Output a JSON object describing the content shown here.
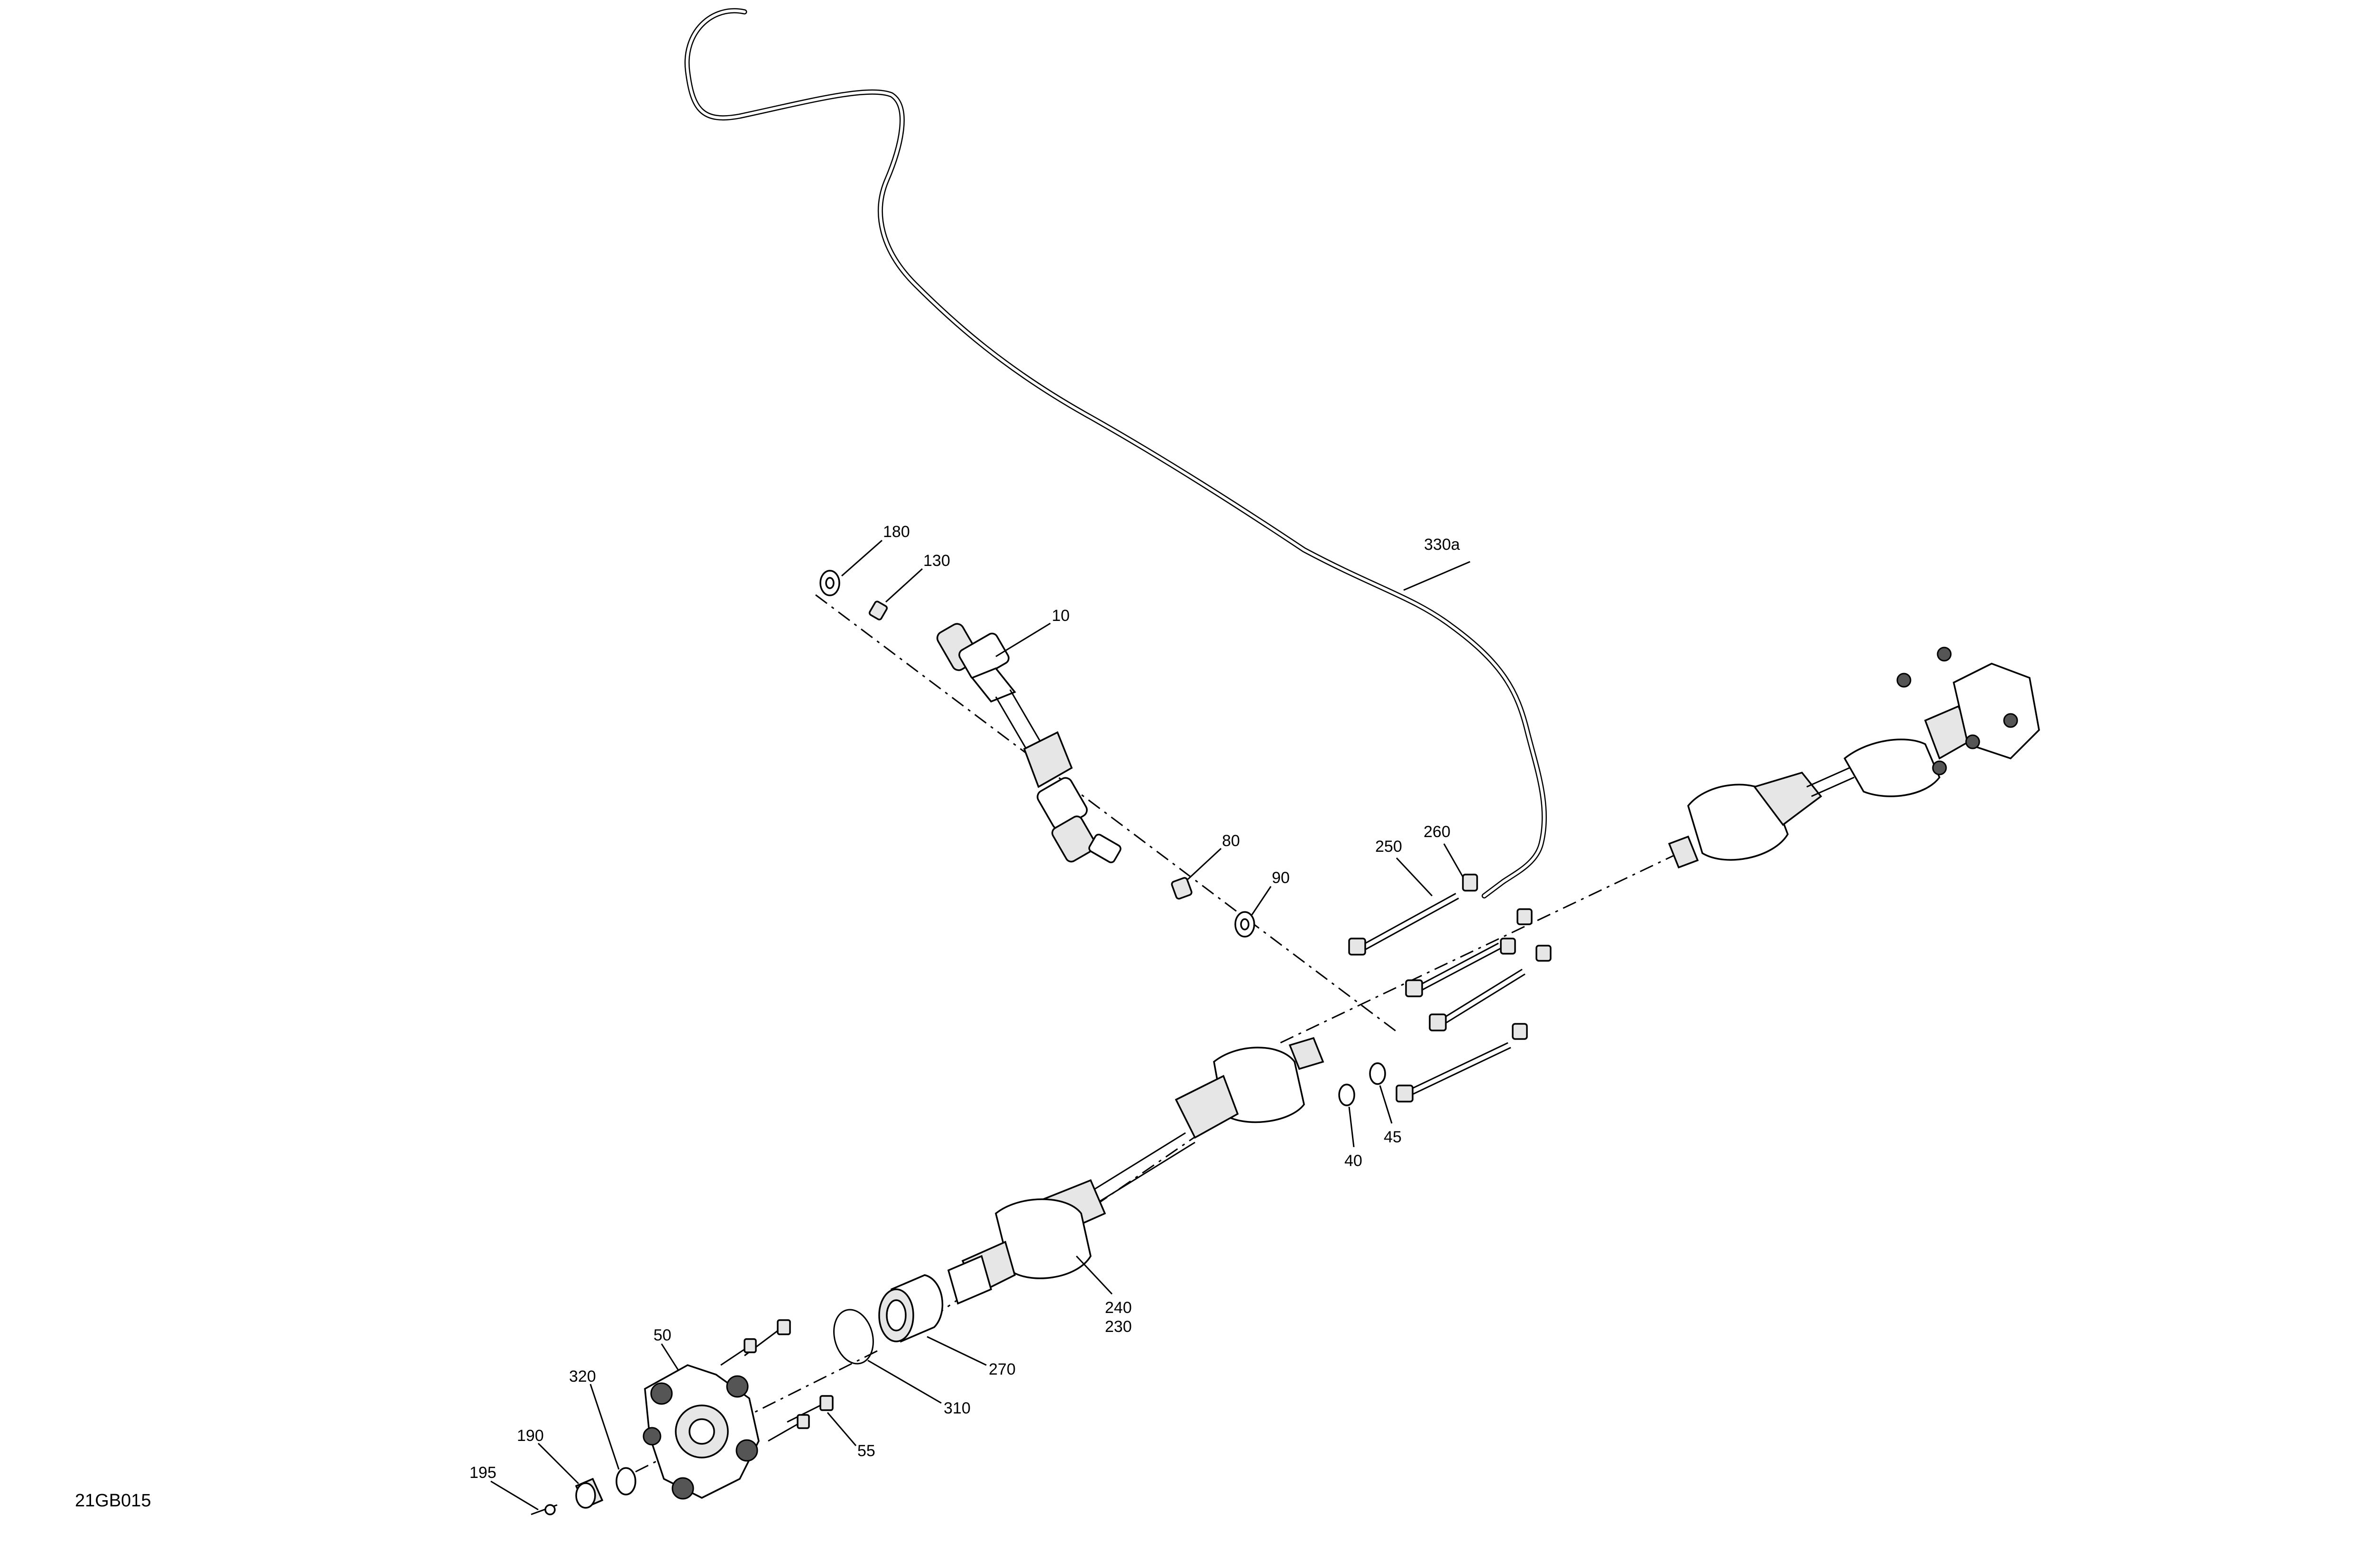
{
  "diagram_code": "21GB015",
  "callouts": {
    "c10": "10",
    "c40": "40",
    "c45": "45",
    "c50": "50",
    "c55": "55",
    "c80": "80",
    "c90": "90",
    "c130": "130",
    "c180": "180",
    "c190": "190",
    "c195": "195",
    "c230": "230",
    "c240": "240",
    "c250": "250",
    "c260": "260",
    "c270": "270",
    "c310": "310",
    "c320": "320",
    "c330a": "330a"
  }
}
